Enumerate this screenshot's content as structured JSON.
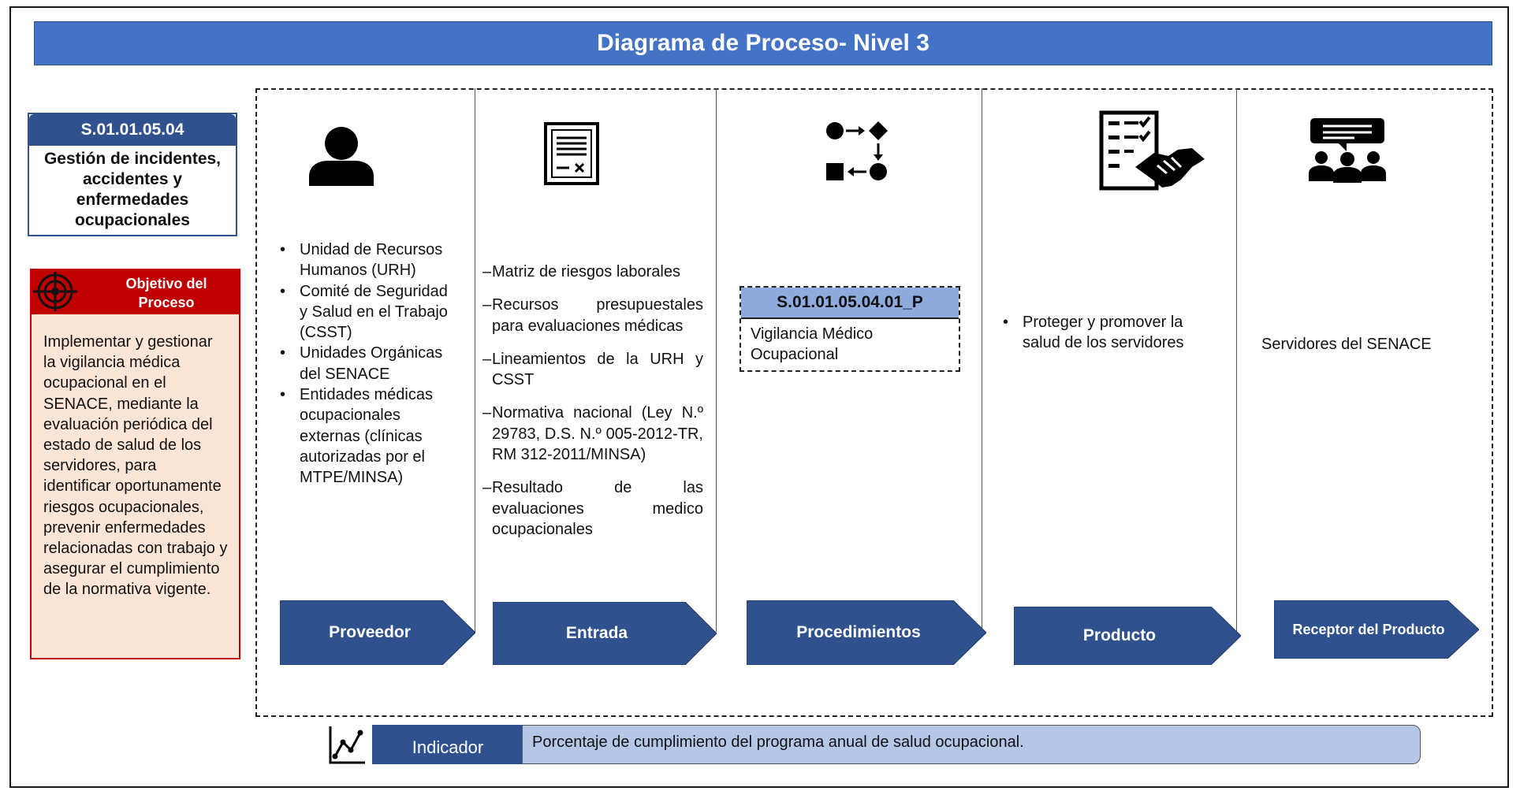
{
  "title": "Diagrama de Proceso- Nivel 3",
  "process": {
    "code": "S.01.01.05.04",
    "name": "Gestión de incidentes, accidentes y enfermedades ocupacionales"
  },
  "objective": {
    "label": "Objetivo del Proceso",
    "text": "Implementar  y gestionar la vigilancia médica ocupacional en el SENACE, mediante la evaluación periódica del estado de salud de los servidores, para identificar oportunamente riesgos ocupacionales, prevenir enfermedades relacionadas con trabajo y asegurar el cumplimiento  de la normativa vigente."
  },
  "proveedor": {
    "label": "Proveedor",
    "items": [
      "Unidad de Recursos Humanos (URH)",
      "Comité de Seguridad y Salud en el Trabajo (CSST)",
      "Unidades Orgánicas del SENACE",
      "Entidades médicas ocupacionales externas (clínicas autorizadas por el MTPE/MINSA)"
    ]
  },
  "entrada": {
    "label": "Entrada",
    "items": [
      "Matriz de riesgos laborales",
      "Recursos presupuestales para evaluaciones médicas",
      "Lineamientos de la URH y CSST",
      "Normativa nacional (Ley N.º 29783, D.S. N.º 005-2012-TR, RM 312-2011/MINSA)",
      "Resultado de las evaluaciones medico ocupacionales"
    ]
  },
  "procedimientos": {
    "label": "Procedimientos",
    "code": "S.01.01.05.04.01_P",
    "name": "Vigilancia Médico Ocupacional"
  },
  "producto": {
    "label": "Producto",
    "items": [
      "Proteger y promover la salud de los servidores"
    ]
  },
  "receptor": {
    "label": "Receptor del Producto",
    "text": "Servidores del SENACE"
  },
  "indicador": {
    "label": "Indicador",
    "text": "Porcentaje de cumplimiento  del programa anual de salud ocupacional."
  },
  "colors": {
    "title_bar": "#4472c4",
    "dark_blue": "#2f528f",
    "objective_red": "#c00000",
    "objective_fill": "#fbe5d6",
    "light_blue": "#8faadc",
    "indicator_fill": "#b4c7e7"
  },
  "icons": [
    "person-icon",
    "document-icon",
    "flowchart-icon",
    "checklist-handshake-icon",
    "audience-icon",
    "target-icon",
    "line-chart-icon"
  ]
}
